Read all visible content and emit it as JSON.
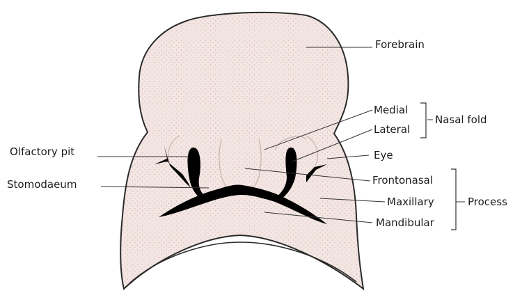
{
  "labels": {
    "forebrain": "Forebrain",
    "medial": "Medial",
    "lateral": "Lateral",
    "nasal_fold": "Nasal fold",
    "olfactory_pit": "Olfactory pit",
    "eye": "Eye",
    "stomodaeum": "Stomodaeum",
    "frontonasal": "Frontonasal",
    "maxillary": "Maxillary",
    "mandibular": "Mandibular",
    "process": "Process"
  },
  "colors": {
    "tissue_fill": "#f3e5e2",
    "tissue_outline": "#2a2a2a",
    "stipple": "#b79c98",
    "cavity": "#000000",
    "line": "#333333"
  }
}
